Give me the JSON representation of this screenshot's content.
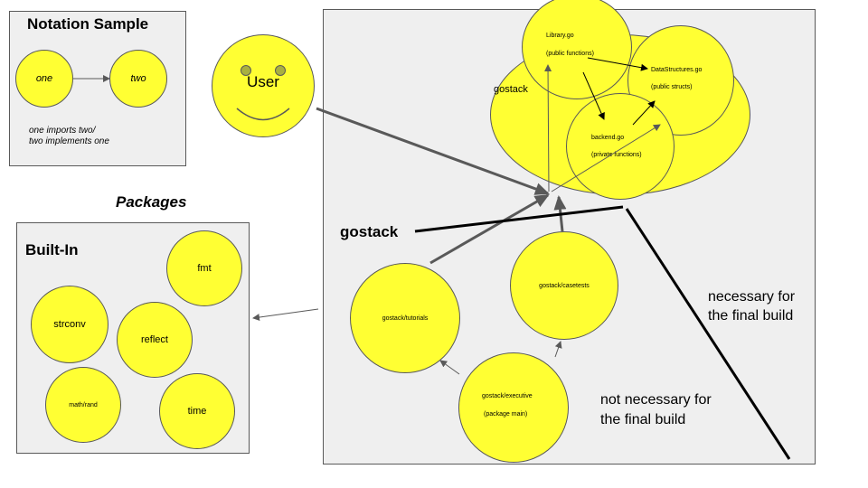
{
  "notation": {
    "title": "Notation Sample",
    "node_one": "one",
    "node_two": "two",
    "caption_line1": "one imports two/",
    "caption_line2": "two implements one"
  },
  "user": {
    "label": "User"
  },
  "packages_heading": "Packages",
  "builtin": {
    "title": "Built-In",
    "packages": [
      "fmt",
      "strconv",
      "reflect",
      "math/rand",
      "time"
    ]
  },
  "gostack": {
    "cluster_label": "gostack",
    "library": {
      "name": "Library.go",
      "desc": "(public functions)"
    },
    "datastructures": {
      "name": "DataStructures.go",
      "desc": "(public structs)"
    },
    "backend": {
      "name": "backend.go",
      "desc": "(private functions)"
    },
    "hub_label": "gostack",
    "casetests": "gostack/casetests",
    "tutorials": "gostack/tutorials",
    "executive": {
      "name": "gostack/executive",
      "desc": "(package main)"
    }
  },
  "regions": {
    "necessary_line1": "necessary for",
    "necessary_line2": "the final build",
    "not_necessary_line1": "not necessary for",
    "not_necessary_line2": "the final build"
  },
  "colors": {
    "node_fill": "#ffff33",
    "panel_fill": "#efefef",
    "border": "#595959",
    "arrow": "#595959"
  }
}
